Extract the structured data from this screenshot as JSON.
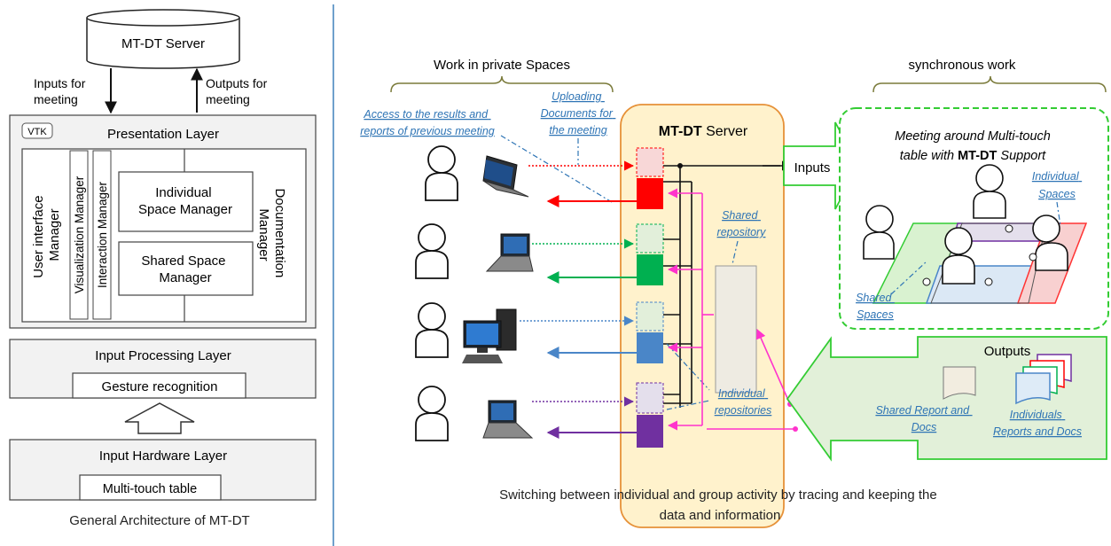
{
  "architecture": {
    "server": "MT-DT Server",
    "inputs_label": [
      "Inputs for",
      "meeting"
    ],
    "outputs_label": [
      "Outputs for",
      "meeting"
    ],
    "vtk": "VTK",
    "presentation_layer": "Presentation Layer",
    "user_interface_manager": [
      "User interface",
      "Manager"
    ],
    "visualization_manager": "Visualization Manager",
    "interaction_manager": "Interaction Manager",
    "individual_space_manager": [
      "Individual",
      "Space Manager"
    ],
    "shared_space_manager": [
      "Shared Space",
      "Manager"
    ],
    "documentation_manager": [
      "Documentation",
      "Manager"
    ],
    "input_processing_layer": "Input Processing Layer",
    "gesture_recognition": "Gesture recognition",
    "input_hardware_layer": "Input Hardware Layer",
    "multitouch_table": "Multi-touch table",
    "caption": "General Architecture of MT-DT"
  },
  "workflow": {
    "private_spaces_title": "Work in private Spaces",
    "synchronous_title": "synchronous work",
    "access_note": [
      "Access to the results and",
      "reports of previous meeting"
    ],
    "uploading_note": [
      "Uploading",
      "Documents for",
      "the meeting"
    ],
    "server_title_bold": "MT-DT",
    "server_title_rest": " Server",
    "inputs_label": "Inputs",
    "outputs_label": "Outputs",
    "meeting_line1": "Meeting around Multi-touch",
    "meeting_line2_pre": "table with ",
    "meeting_line2_bold": "MT-DT",
    "meeting_line2_post": " Support",
    "individual_spaces_note": [
      "Individual",
      "Spaces"
    ],
    "shared_spaces_note": [
      "Shared",
      "Spaces"
    ],
    "shared_repository_note": [
      "Shared",
      "repository"
    ],
    "individual_repositories_note": [
      "Individual",
      "repositories"
    ],
    "shared_report_note": [
      "Shared Report and",
      "Docs"
    ],
    "individuals_reports_note": [
      "Individuals",
      "Reports and Docs"
    ],
    "caption": [
      "Switching between individual and group activity by tracing and keeping the",
      "data and information"
    ]
  },
  "colors": {
    "user1": "#ff0000",
    "user2": "#00b050",
    "user3": "#4a86c8",
    "user4": "#7030a0",
    "server_fill": "#fff2cc",
    "server_border": "#e69138",
    "green_dash": "#33cc33",
    "outputs_fill": "#e2f0d9",
    "pink": "#ff33cc",
    "note_blue": "#2e74b5"
  }
}
